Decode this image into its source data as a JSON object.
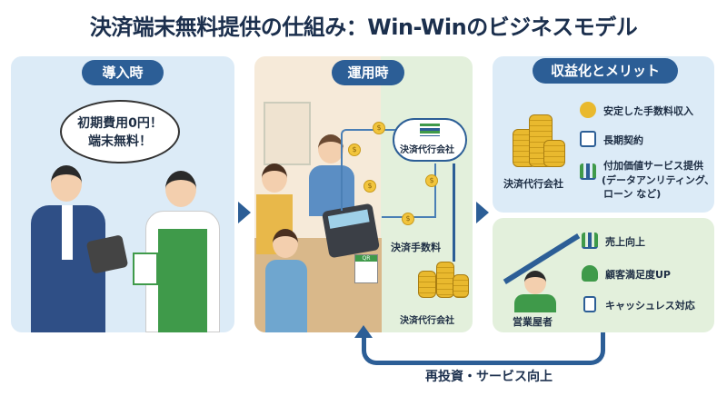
{
  "title": "決済端末無料提供の仕組み：Win-Winのビジネスモデル",
  "panels": {
    "introduction": {
      "label": "導入時",
      "speech": [
        "初期費用0円！",
        "端末無料！"
      ]
    },
    "operation": {
      "label": "運用時",
      "cloud_label": "決済代行会社",
      "fee_label": "決済手数料",
      "coins_label": "決済代行会社",
      "qr_label": "QR"
    },
    "benefits": {
      "label": "収益化とメリット",
      "company": {
        "name": "決済代行会社",
        "items": [
          "安定した手数料収入",
          "長期契約",
          "付加価値サービス提供",
          "(データアンリティング、",
          "ローン など)"
        ]
      },
      "merchant": {
        "name": "営業屋者",
        "items": [
          "売上向上",
          "顧客満足度UP",
          "キャッシュレス対応"
        ]
      }
    }
  },
  "loop_label": "再投資・サービス向上",
  "colors": {
    "accent": "#2c5e96",
    "panel_blue": "#dcebf7",
    "panel_green": "#e3f0dc"
  }
}
